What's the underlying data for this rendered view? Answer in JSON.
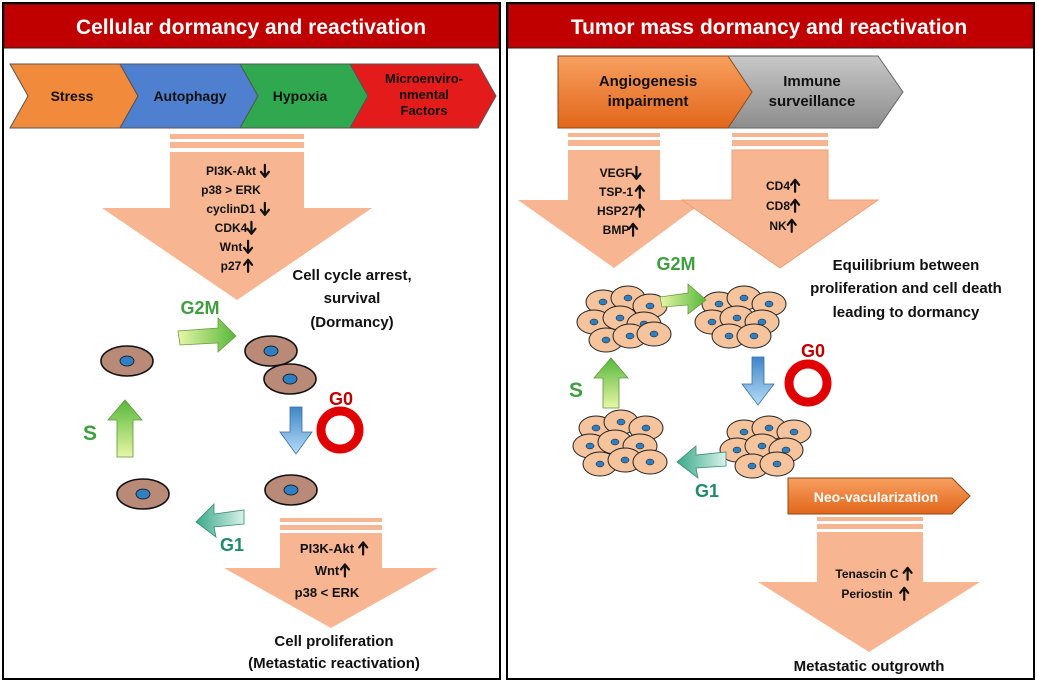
{
  "left_panel": {
    "title": "Cellular dormancy and reactivation",
    "factors": [
      {
        "lines": [
          "Stress"
        ],
        "color": "#f28a3c"
      },
      {
        "lines": [
          "Autophagy"
        ],
        "color": "#4f7fcf"
      },
      {
        "lines": [
          "Hypoxia"
        ],
        "color": "#2fa84f"
      },
      {
        "lines": [
          "Microenviro-",
          "nmental",
          "Factors"
        ],
        "color": "#e41b1b"
      }
    ],
    "top_markers": [
      {
        "name": "PI3K-Akt",
        "dir": "down"
      },
      {
        "name": "p38 > ERK",
        "dir": "none"
      },
      {
        "name": "cyclinD1",
        "dir": "down"
      },
      {
        "name": "CDK4",
        "dir": "down"
      },
      {
        "name": "Wnt",
        "dir": "down"
      },
      {
        "name": "p27",
        "dir": "up"
      }
    ],
    "arrest_label": [
      "Cell cycle arrest,",
      "survival",
      "(Dormancy)"
    ],
    "phases": {
      "g2m": "G2M",
      "g0": "G0",
      "s": "S",
      "g1": "G1"
    },
    "bottom_markers": [
      {
        "name": "PI3K-Akt",
        "dir": "up"
      },
      {
        "name": "Wnt",
        "dir": "up"
      },
      {
        "name": "p38 < ERK",
        "dir": "none"
      }
    ],
    "proliferation_label": [
      "Cell proliferation",
      "(Metastatic reactivation)"
    ]
  },
  "right_panel": {
    "title": "Tumor mass dormancy and reactivation",
    "factors": [
      {
        "lines": [
          "Angiogenesis",
          "impairment"
        ],
        "color": "#f0822e"
      },
      {
        "lines": [
          "Immune",
          "surveillance"
        ],
        "color": "#8e8e8e"
      }
    ],
    "angio_markers": [
      {
        "name": "VEGF",
        "dir": "down"
      },
      {
        "name": "TSP-1",
        "dir": "up"
      },
      {
        "name": "HSP27",
        "dir": "up"
      },
      {
        "name": "BMP",
        "dir": "up"
      }
    ],
    "immune_markers": [
      {
        "name": "CD4",
        "dir": "up"
      },
      {
        "name": "CD8",
        "dir": "up"
      },
      {
        "name": "NK",
        "dir": "up"
      }
    ],
    "equilibrium_label": [
      "Equilibrium between",
      "proliferation and cell death",
      "leading to dormancy"
    ],
    "phases": {
      "g2m": "G2M",
      "g0": "G0",
      "s": "S",
      "g1": "G1"
    },
    "neo_label": "Neo-vacularization",
    "neo_markers": [
      {
        "name": "Tenascin C",
        "dir": "up"
      },
      {
        "name": "Periostin",
        "dir": "up"
      }
    ],
    "outgrowth_label": "Metastatic outgrowth"
  },
  "colors": {
    "title_bar": "#c00000",
    "peach": "#f8b591",
    "peach_stroke": "#e9a07c",
    "cell_fill": "#b98a78",
    "nucleus": "#2f7fc2",
    "mass_cell": "#f5c39c",
    "g0_ring": "#e00000",
    "phase_green": "#3f9e3f",
    "phase_teal": "#1f8a6c",
    "phase_red": "#c00000"
  }
}
